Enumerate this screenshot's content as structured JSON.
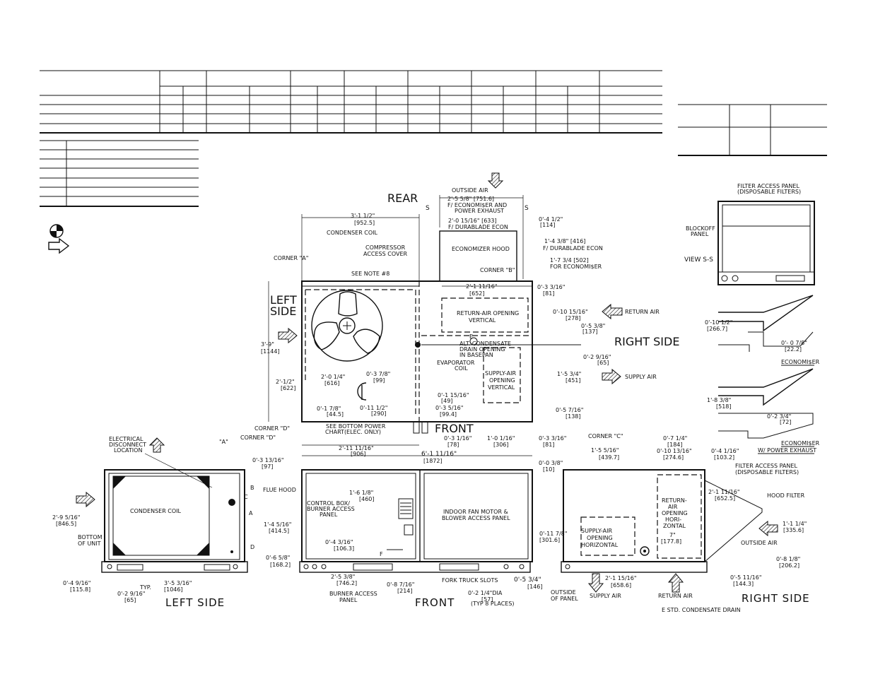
{
  "views": {
    "rear": "REAR",
    "front_top": "FRONT",
    "left_side_top": "LEFT\nSIDE",
    "right_side_top": "RIGHT SIDE",
    "left_side_bottom": "LEFT SIDE",
    "front_bottom": "FRONT",
    "right_side_bottom": "RIGHT SIDE",
    "view_ss": "VIEW S-S"
  },
  "plan_labels": {
    "outside_air": "OUTSIDE AIR",
    "dim_econ_pe": "2'-5 5/8\" [751.6]",
    "f_econ_pe": "F/ ECONOMI$ER AND POWER EXHAUST",
    "dim_durablade": "2'-0 15/16\" [633]",
    "f_durablade": "F/ DURABLADE ECON",
    "dim_width": "3'-1 1/2\"",
    "dim_width_mm": "[952.5]",
    "condenser_coil": "CONDENSER COIL",
    "compressor_cover": "COMPRESSOR ACCESS COVER",
    "economizer_hood": "ECONOMIZER HOOD",
    "see_note": "SEE NOTE #8",
    "corner_a": "CORNER \"A\"",
    "corner_b": "CORNER \"B\"",
    "corner_c": "CORNER \"C\"",
    "corner_d": "CORNER \"D\"",
    "dim_4_1_2": "0'-4 1/2\"",
    "dim_114": "[114]",
    "dim_1_4_3_8": "1'-4 3/8\" [416]",
    "f_durablade2": "F/ DURABLADE ECON",
    "dim_1_7_3_4": "1'-7 3/4 [502]",
    "for_econ": "FOR ECONOMI$ER",
    "dim_2_1_11": "2'-1 11/16\"",
    "dim_652": "[652]",
    "dim_0_3_3_16": "0'-3 3/16\"",
    "dim_81": "[81]",
    "return_air_opening": "RETURN-AIR OPENING VERTICAL",
    "dim_0_10_15": "0'-10 15/16\"",
    "dim_278": "[278]",
    "return_air": "RETURN AIR",
    "dim_0_5_3_8": "0'-5 3/8\"",
    "dim_137": "[137]",
    "dim_0_2_9_16": "0'-2 9/16\"",
    "dim_65": "[65]",
    "dim_3_9": "3'-9\"",
    "dim_1144": "[1144]",
    "dim_2_1_2": "2'-1/2\"",
    "dim_622": "[622]",
    "alt_drain": "ALT. CONDENSATE DRAIN OPENING IN BASEPAN",
    "e": "E",
    "evap_coil": "EVAPORATOR COIL",
    "supply_opening": "SUPPLY-AIR OPENING VERTICAL",
    "dim_1_5_3_4": "1'-5 3/4\"",
    "dim_451": "[451]",
    "supply_air": "SUPPLY AIR",
    "dim_2_0_1_4": "2'-0 1/4\"",
    "dim_616": "[616]",
    "dim_0_3_7_8": "0'-3 7/8\"",
    "dim_99": "[99]",
    "dim_0_1_15": "0'-1 15/16\"",
    "dim_49": "[49]",
    "dim_0_3_5_16": "0'-3 5/16\"",
    "dim_99_4": "[99.4]",
    "dim_0_1_7_8": "0'-1 7/8\"",
    "dim_44_5": "[44.5]",
    "dim_0_11_1_2": "0'-11 1/2\"",
    "dim_290": "[290]",
    "see_bottom": "SEE BOTTOM POWER CHART(ELEC. ONLY)",
    "dim_0_3_1_16": "0'-3 1/16\"",
    "dim_78": "[78]",
    "dim_1_0_1_16": "1'-0 1/16\"",
    "dim_306": "[306]",
    "dim_0_3_3_16b": "0'-3 3/16\"",
    "dim_81b": "[81]",
    "dim_0_5_7_16": "0'-5 7/16\"",
    "dim_138": "[138]",
    "dim_2_11_11": "2'-11 11/16\"",
    "dim_906": "[906]",
    "dim_6_1_11": "6'-1 11/16\"",
    "dim_1872": "[1872]",
    "s": "S"
  },
  "left_side_labels": {
    "elec_disconnect": "ELECTRICAL DISCONNECT LOCATION",
    "a": "\"A\"",
    "corner_d": "CORNER \"D\"",
    "dim_0_3_13": "0'-3 13/16\"",
    "dim_97": "[97]",
    "b": "B",
    "c": "C",
    "a2": "A",
    "d": "D",
    "flue_hood": "FLUE HOOD",
    "condenser_coil": "CONDENSER COIL",
    "dim_2_9_5": "2'-9 5/16\"",
    "dim_846": "[846.5]",
    "bottom_unit": "BOTTOM OF UNIT",
    "dim_1_4_5": "1'-4 5/16\"",
    "dim_414": "[414.5]",
    "dim_0_6_5_8": "0'-6 5/8\"",
    "dim_168": "[168.2]",
    "dim_0_4_9": "0'-4 9/16\"",
    "dim_115": "[115.8]",
    "typ": "TYP.",
    "dim_0_2_9b": "0'-2 9/16\"",
    "dim_65b": "[65]",
    "dim_3_5_3": "3'-5 3/16\"",
    "dim_1046": "[1046]"
  },
  "front_labels": {
    "control_box": "CONTROL BOX/ BURNER ACCESS PANEL",
    "dim_1_6_1_8": "1'-6 1/8\"",
    "dim_460": "[460]",
    "indoor_fan": "INDOOR FAN MOTOR & BLOWER ACCESS PANEL",
    "dim_0_4_3_16": "0'-4 3/16\"",
    "dim_106": "[106.3]",
    "f": "F",
    "dim_2_5_3_8": "2'-5 3/8\"",
    "dim_746": "[746.2]",
    "dim_0_8_7_16": "0'-8 7/16\"",
    "dim_214": "[214]",
    "fork_truck": "FORK TRUCK SLOTS",
    "burner_access": "BURNER ACCESS PANEL",
    "dim_0_2_1_4": "0'-2 1/4\"DIA",
    "dim_57": "[57]",
    "typ8": "(TYP 8 PLACES)",
    "dim_0_5_3_4": "0'-5 3/4\"",
    "dim_146": "[146]",
    "dim_0_0_3_8": "0'-0 3/8\"",
    "dim_10": "[10]"
  },
  "right_labels": {
    "dim_1_5_5": "1'-5 5/16\"",
    "dim_439": "[439.7]",
    "dim_0_7_1_4": "0'-7 1/4\"",
    "dim_184": "[184]",
    "dim_0_10_13": "0'-10 13/16\"",
    "dim_274": "[274.6]",
    "dim_0_4_1_16": "0'-4 1/16\"",
    "dim_103": "[103.2]",
    "filter_access": "FILTER ACCESS PANEL (DISPOSABLE FILTERS)",
    "dim_2_1_11b": "2'-1 11/16\"",
    "dim_652_5": "[652.5]",
    "hood_filter": "HOOD FILTER",
    "return_opening": "RETURN-AIR OPENING HORI-ZONTAL",
    "dim_7": "7\"",
    "dim_177": "[177.8]",
    "dim_0_11_7_8": "0'-11 7/8\"",
    "dim_301": "[301.6]",
    "supply_opening": "SUPPLY-AIR OPENING HORIZONTAL",
    "dim_1_1_1_4": "1'-1 1/4\"",
    "dim_335": "[335.6]",
    "outside_air": "OUTSIDE AIR",
    "dim_0_8_1_8": "0'-8 1/8\"",
    "dim_206": "[206.2]",
    "dim_0_5_11": "0'-5 11/16\"",
    "dim_144": "[144.3]",
    "dim_2_1_15": "2'-1 15/16\"",
    "dim_658": "[658.6]",
    "outside_panel": "OUTSIDE OF PANEL",
    "supply_air": "SUPPLY AIR",
    "return_air": "RETURN AIR",
    "std_drain": "E STD. CONDENSATE DRAIN"
  },
  "view_ss_labels": {
    "filter_access": "FILTER ACCESS PANEL (DISPOSABLE FILTERS)",
    "blockoff": "BLOCKOFF PANEL",
    "dim_0_10_1_2": "0'-10 1/2\"",
    "dim_266": "[266.7]",
    "dim_0_0_7_8": "0'- 0 7/8\"",
    "dim_22": "[22.2]",
    "economiser": "ECONOMI$ER",
    "dim_1_8_3_8": "1'-8 3/8\"",
    "dim_518": "[518]",
    "dim_0_2_3_4": "0'-2 3/4\"",
    "dim_72": "[72]",
    "econ_pe": "ECONOMI$ER",
    "w_pe": "W/ POWER EXHAUST"
  },
  "colors": {
    "ink": "#111111",
    "paper": "#ffffff"
  },
  "icons": [
    "center-of-gravity-icon",
    "airflow-arrow-icon",
    "hatched-airflow-arrow-icon",
    "fan-icon"
  ]
}
